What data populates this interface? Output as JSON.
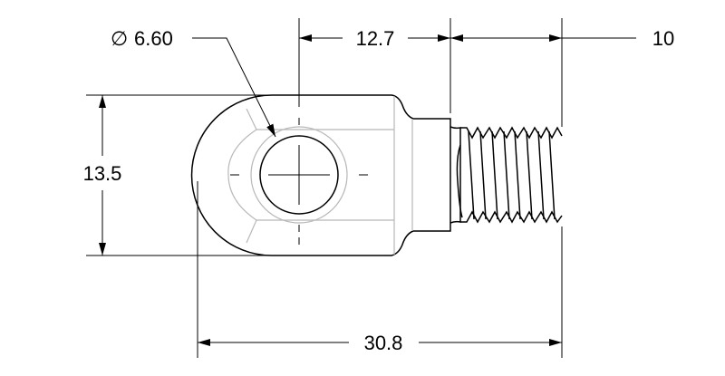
{
  "drawing": {
    "dimensions": {
      "hole_diameter": "6.60",
      "hole_diameter_symbol": "∅",
      "hole_to_shoulder": "12.7",
      "thread_length": "10",
      "body_height": "13.5",
      "overall_length": "30.8"
    }
  }
}
